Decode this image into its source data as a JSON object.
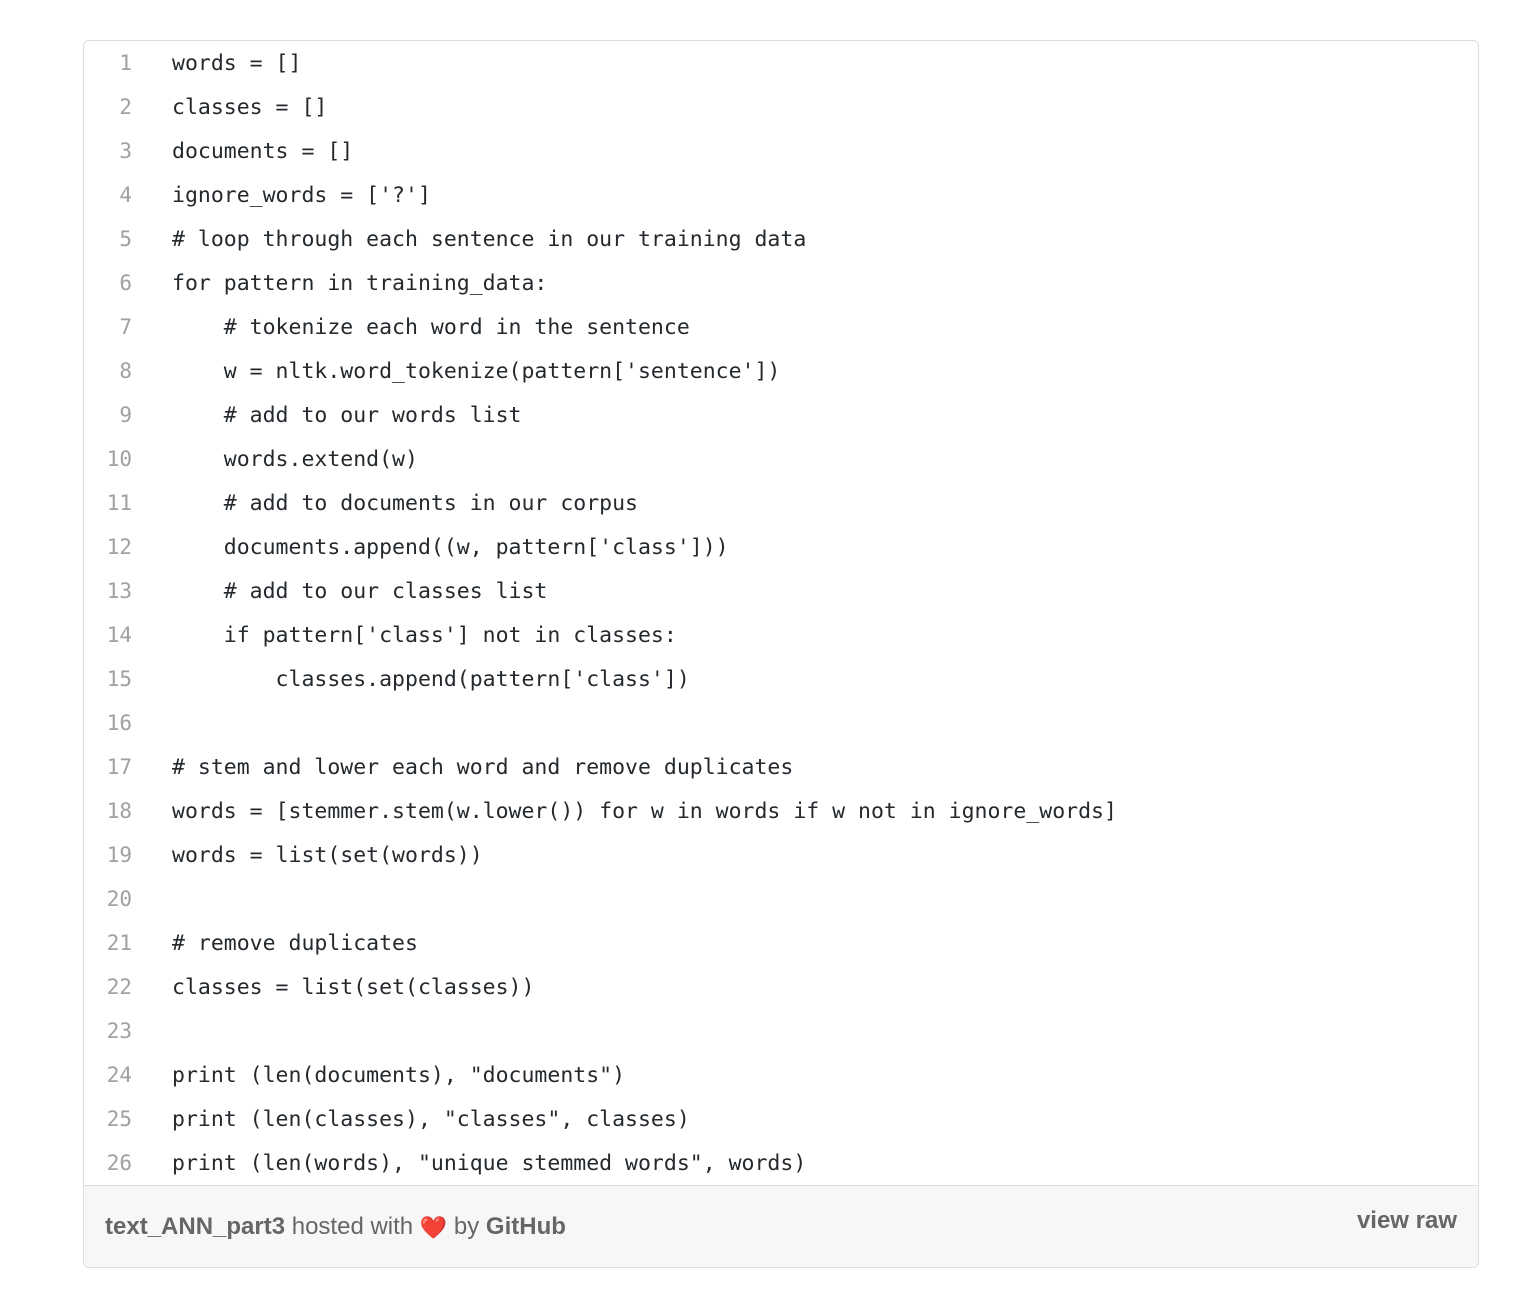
{
  "gist": {
    "lines": [
      {
        "num": "1",
        "code": "words = []"
      },
      {
        "num": "2",
        "code": "classes = []"
      },
      {
        "num": "3",
        "code": "documents = []"
      },
      {
        "num": "4",
        "code": "ignore_words = ['?']"
      },
      {
        "num": "5",
        "code": "# loop through each sentence in our training data"
      },
      {
        "num": "6",
        "code": "for pattern in training_data:"
      },
      {
        "num": "7",
        "code": "    # tokenize each word in the sentence"
      },
      {
        "num": "8",
        "code": "    w = nltk.word_tokenize(pattern['sentence'])"
      },
      {
        "num": "9",
        "code": "    # add to our words list"
      },
      {
        "num": "10",
        "code": "    words.extend(w)"
      },
      {
        "num": "11",
        "code": "    # add to documents in our corpus"
      },
      {
        "num": "12",
        "code": "    documents.append((w, pattern['class']))"
      },
      {
        "num": "13",
        "code": "    # add to our classes list"
      },
      {
        "num": "14",
        "code": "    if pattern['class'] not in classes:"
      },
      {
        "num": "15",
        "code": "        classes.append(pattern['class'])"
      },
      {
        "num": "16",
        "code": ""
      },
      {
        "num": "17",
        "code": "# stem and lower each word and remove duplicates"
      },
      {
        "num": "18",
        "code": "words = [stemmer.stem(w.lower()) for w in words if w not in ignore_words]"
      },
      {
        "num": "19",
        "code": "words = list(set(words))"
      },
      {
        "num": "20",
        "code": ""
      },
      {
        "num": "21",
        "code": "# remove duplicates"
      },
      {
        "num": "22",
        "code": "classes = list(set(classes))"
      },
      {
        "num": "23",
        "code": ""
      },
      {
        "num": "24",
        "code": "print (len(documents), \"documents\")"
      },
      {
        "num": "25",
        "code": "print (len(classes), \"classes\", classes)"
      },
      {
        "num": "26",
        "code": "print (len(words), \"unique stemmed words\", words)"
      }
    ],
    "meta": {
      "file_name": "text_ANN_part3",
      "hosted_with": "hosted with",
      "heart_icon": "heart-icon",
      "heart_glyph": "❤️",
      "by": "by",
      "host": "GitHub",
      "view_raw": "view raw"
    }
  }
}
